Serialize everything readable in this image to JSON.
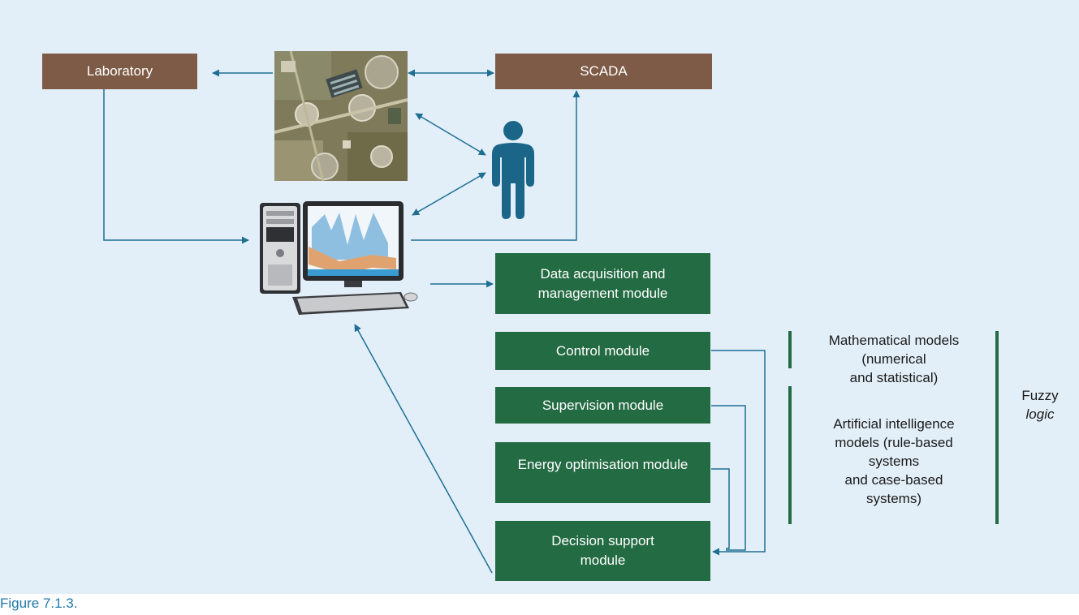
{
  "nodes": {
    "laboratory": "Laboratory",
    "scada": "SCADA",
    "data_acquisition": [
      "Data acquisition and",
      "management module"
    ],
    "control": "Control module",
    "supervision": "Supervision module",
    "energy": "Energy optimisation module",
    "decision": [
      "Decision support",
      "module"
    ]
  },
  "models": {
    "mathematical": [
      "Mathematical models",
      "(numerical",
      "and statistical)"
    ],
    "ai": [
      "Artificial intelligence",
      "models (rule-based",
      "systems",
      "and case-based",
      "systems)"
    ],
    "fuzzy_line1": "Fuzzy",
    "fuzzy_line2": "logic"
  },
  "caption": "Figure 7.1.3.",
  "colors": {
    "panel_bg": "#e3eff8",
    "brown_box": "#7e5b46",
    "green_box": "#236b43",
    "arrow": "#1e6f93",
    "person": "#1b6688",
    "caption": "#1f78a6"
  },
  "icons": [
    "plant-aerial-photo",
    "person-icon",
    "computer-icon"
  ]
}
